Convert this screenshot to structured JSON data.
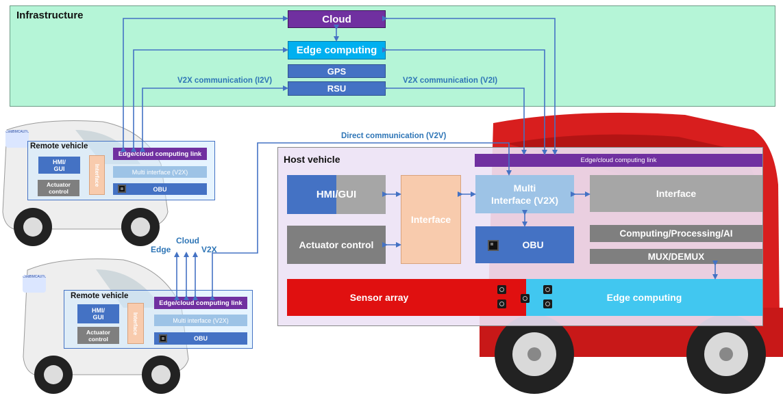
{
  "infrastructure": {
    "title": "Infrastructure",
    "cloud": "Cloud",
    "edge_computing": "Edge computing",
    "gps": "GPS",
    "rsu": "RSU",
    "v2x_i2v": "V2X communication (I2V)",
    "v2x_v2i": "V2X communication (V2I)"
  },
  "direct_comm": "Direct communication (V2V)",
  "remote_vehicle_top": {
    "title": "Remote vehicle",
    "link": "Edge/cloud computing link",
    "hmi": "HMI/\nGUI",
    "interface": "Interface",
    "multi": "Multi interface (V2X)",
    "actuator": "Actuator\ncontrol",
    "obu": "OBU",
    "badge": "ColdBMCAUTO"
  },
  "remote_vehicle_bottom": {
    "title": "Remote vehicle",
    "link": "Edge/cloud computing link",
    "hmi": "HMI/\nGUI",
    "interface": "Interface",
    "multi": "Multi interface (V2X)",
    "actuator": "Actuator\ncontrol",
    "obu": "OBU",
    "badge": "ColdBMCAUTO"
  },
  "channel_labels": {
    "edge": "Edge",
    "cloud": "Cloud",
    "v2x": "V2X"
  },
  "host_vehicle": {
    "title": "Host vehicle",
    "link": "Edge/cloud computing link",
    "hmi": "HMI/GUI",
    "interface_mid": "Interface",
    "multi": "Multi\nInterface (V2X)",
    "interface_right": "Interface",
    "actuator": "Actuator control",
    "obu": "OBU",
    "computing": "Computing/Processing/AI",
    "mux": "MUX/DEMUX",
    "sensor": "Sensor array",
    "edge": "Edge computing"
  },
  "colors": {
    "infra_bg": "#b5f5d7",
    "purple": "#7030a0",
    "cyan": "#00b0f0",
    "blue": "#4472c4",
    "light_blue": "#9dc3e6",
    "peach": "#f8cbad",
    "gray": "#a6a6a6",
    "red": "#e01010",
    "sky": "#41c7f0",
    "arrow": "#4472c4"
  }
}
